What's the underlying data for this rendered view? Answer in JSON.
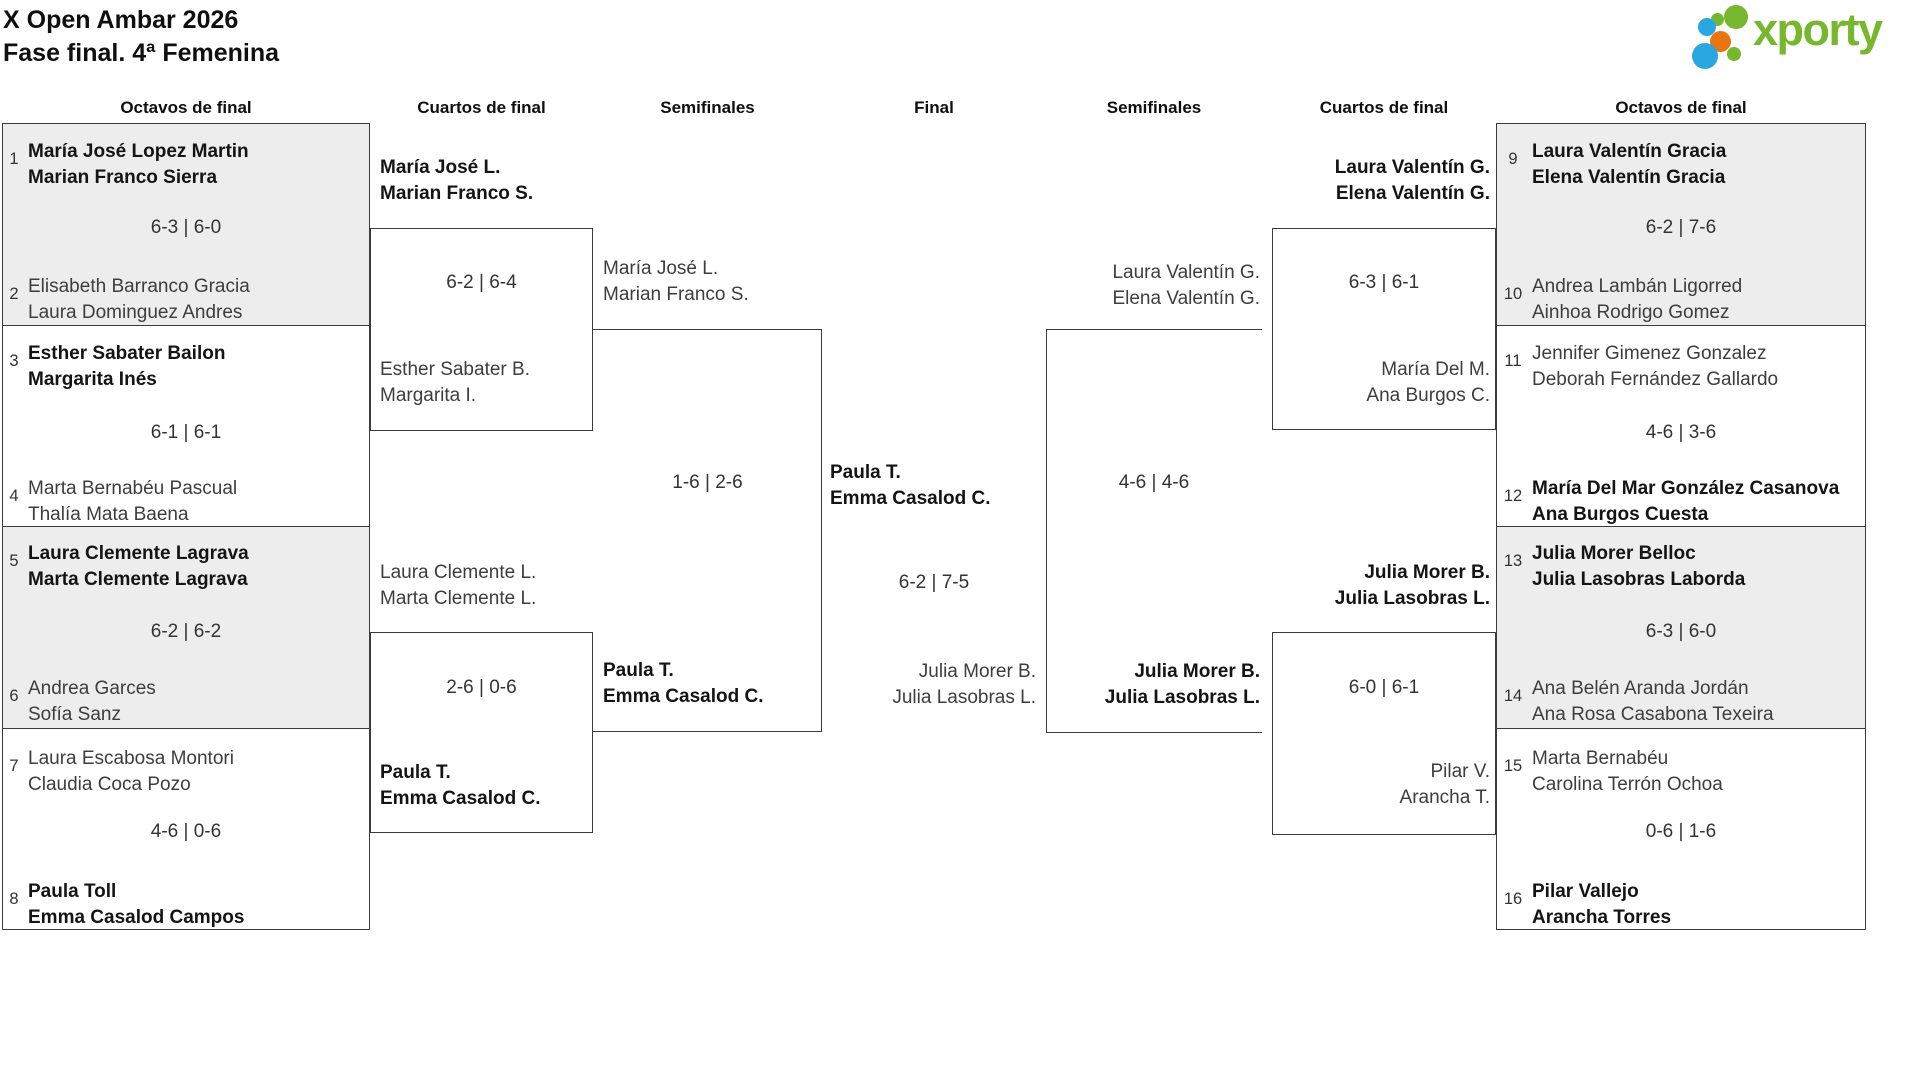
{
  "title": {
    "line1": "X Open Ambar 2026",
    "line2": "Fase final. 4ª Femenina"
  },
  "logo": {
    "brand": "xporty",
    "green": "#76b72d",
    "blue": "#2aa7e0",
    "orange": "#e8750f"
  },
  "rounds": {
    "r1": "Octavos de final",
    "r2": "Cuartos de final",
    "r3": "Semifinales",
    "r4": "Final",
    "r5": "Semifinales",
    "r6": "Cuartos de final",
    "r7": "Octavos de final"
  },
  "bracket": {
    "octavos_left": {
      "teams": [
        {
          "seed": "1",
          "p1": "María José Lopez Martin",
          "p2": "Marian Franco Sierra",
          "winner": true
        },
        {
          "seed": "2",
          "p1": "Elisabeth Barranco Gracia",
          "p2": "Laura Dominguez Andres",
          "winner": false
        },
        {
          "seed": "3",
          "p1": "Esther Sabater Bailon",
          "p2": "Margarita Inés",
          "winner": true
        },
        {
          "seed": "4",
          "p1": "Marta Bernabéu Pascual",
          "p2": "Thalía Mata Baena",
          "winner": false
        },
        {
          "seed": "5",
          "p1": "Laura Clemente Lagrava",
          "p2": "Marta Clemente Lagrava",
          "winner": true
        },
        {
          "seed": "6",
          "p1": "Andrea Garces",
          "p2": "Sofía Sanz",
          "winner": false
        },
        {
          "seed": "7",
          "p1": "Laura Escabosa Montori",
          "p2": "Claudia Coca Pozo",
          "winner": false
        },
        {
          "seed": "8",
          "p1": "Paula Toll",
          "p2": "Emma Casalod Campos",
          "winner": true
        }
      ],
      "scores": [
        "6-3 | 6-0",
        "6-1 | 6-1",
        "6-2 | 6-2",
        "4-6 | 0-6"
      ]
    },
    "octavos_right": {
      "teams": [
        {
          "seed": "9",
          "p1": "Laura Valentín Gracia",
          "p2": "Elena Valentín Gracia",
          "winner": true
        },
        {
          "seed": "10",
          "p1": "Andrea Lambán Ligorred",
          "p2": "Ainhoa Rodrigo Gomez",
          "winner": false
        },
        {
          "seed": "11",
          "p1": "Jennifer Gimenez Gonzalez",
          "p2": "Deborah Fernández Gallardo",
          "winner": false
        },
        {
          "seed": "12",
          "p1": "María Del Mar González Casanova",
          "p2": "Ana Burgos Cuesta",
          "winner": true
        },
        {
          "seed": "13",
          "p1": "Julia Morer Belloc",
          "p2": "Julia Lasobras Laborda",
          "winner": true
        },
        {
          "seed": "14",
          "p1": "Ana Belén Aranda Jordán",
          "p2": "Ana Rosa Casabona Texeira",
          "winner": false
        },
        {
          "seed": "15",
          "p1": "Marta Bernabéu",
          "p2": "Carolina Terrón Ochoa",
          "winner": false
        },
        {
          "seed": "16",
          "p1": "Pilar Vallejo",
          "p2": "Arancha Torres",
          "winner": true
        }
      ],
      "scores": [
        "6-2 | 7-6",
        "4-6 | 3-6",
        "6-3 | 6-0",
        "0-6 | 1-6"
      ]
    },
    "cuartos_left": [
      {
        "top": {
          "p1": "María José L.",
          "p2": "Marian Franco S.",
          "winner": true
        },
        "score": "6-2 | 6-4",
        "bottom": {
          "p1": "Esther Sabater B.",
          "p2": "Margarita I.",
          "winner": false
        }
      },
      {
        "top": {
          "p1": "Laura Clemente L.",
          "p2": "Marta Clemente L.",
          "winner": false
        },
        "score": "2-6 | 0-6",
        "bottom": {
          "p1": "Paula T.",
          "p2": "Emma Casalod C.",
          "winner": true
        }
      }
    ],
    "cuartos_right": [
      {
        "top": {
          "p1": "Laura Valentín G.",
          "p2": "Elena Valentín G.",
          "winner": true
        },
        "score": "6-3 | 6-1",
        "bottom": {
          "p1": "María Del M.",
          "p2": "Ana Burgos C.",
          "winner": false
        }
      },
      {
        "top": {
          "p1": "Julia Morer B.",
          "p2": "Julia Lasobras L.",
          "winner": true
        },
        "score": "6-0 | 6-1",
        "bottom": {
          "p1": "Pilar V.",
          "p2": "Arancha T.",
          "winner": false
        }
      }
    ],
    "semifinal_left": {
      "top": {
        "p1": "María José L.",
        "p2": "Marian Franco S.",
        "winner": false
      },
      "score": "1-6 | 2-6",
      "bottom": {
        "p1": "Paula T.",
        "p2": "Emma Casalod C.",
        "winner": true
      }
    },
    "semifinal_right": {
      "top": {
        "p1": "Laura Valentín G.",
        "p2": "Elena Valentín G.",
        "winner": false
      },
      "score": "4-6 | 4-6",
      "bottom": {
        "p1": "Julia Morer B.",
        "p2": "Julia Lasobras L.",
        "winner": true
      }
    },
    "final": {
      "left": {
        "p1": "Paula T.",
        "p2": "Emma Casalod C.",
        "winner": true
      },
      "score": "6-2 | 7-5",
      "right": {
        "p1": "Julia Morer B.",
        "p2": "Julia Lasobras L.",
        "winner": false
      }
    }
  }
}
